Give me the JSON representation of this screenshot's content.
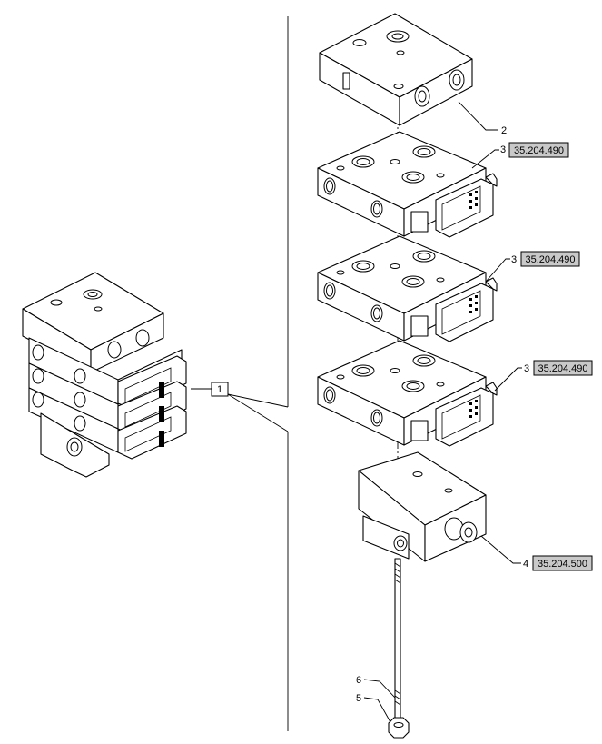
{
  "callouts": [
    {
      "num": "1"
    },
    {
      "num": "2"
    },
    {
      "num": "3",
      "ref": "35.204.490"
    },
    {
      "num": "3",
      "ref": "35.204.490"
    },
    {
      "num": "3",
      "ref": "35.204.490"
    },
    {
      "num": "4",
      "ref": "35.204.500"
    },
    {
      "num": "5"
    },
    {
      "num": "6"
    }
  ]
}
